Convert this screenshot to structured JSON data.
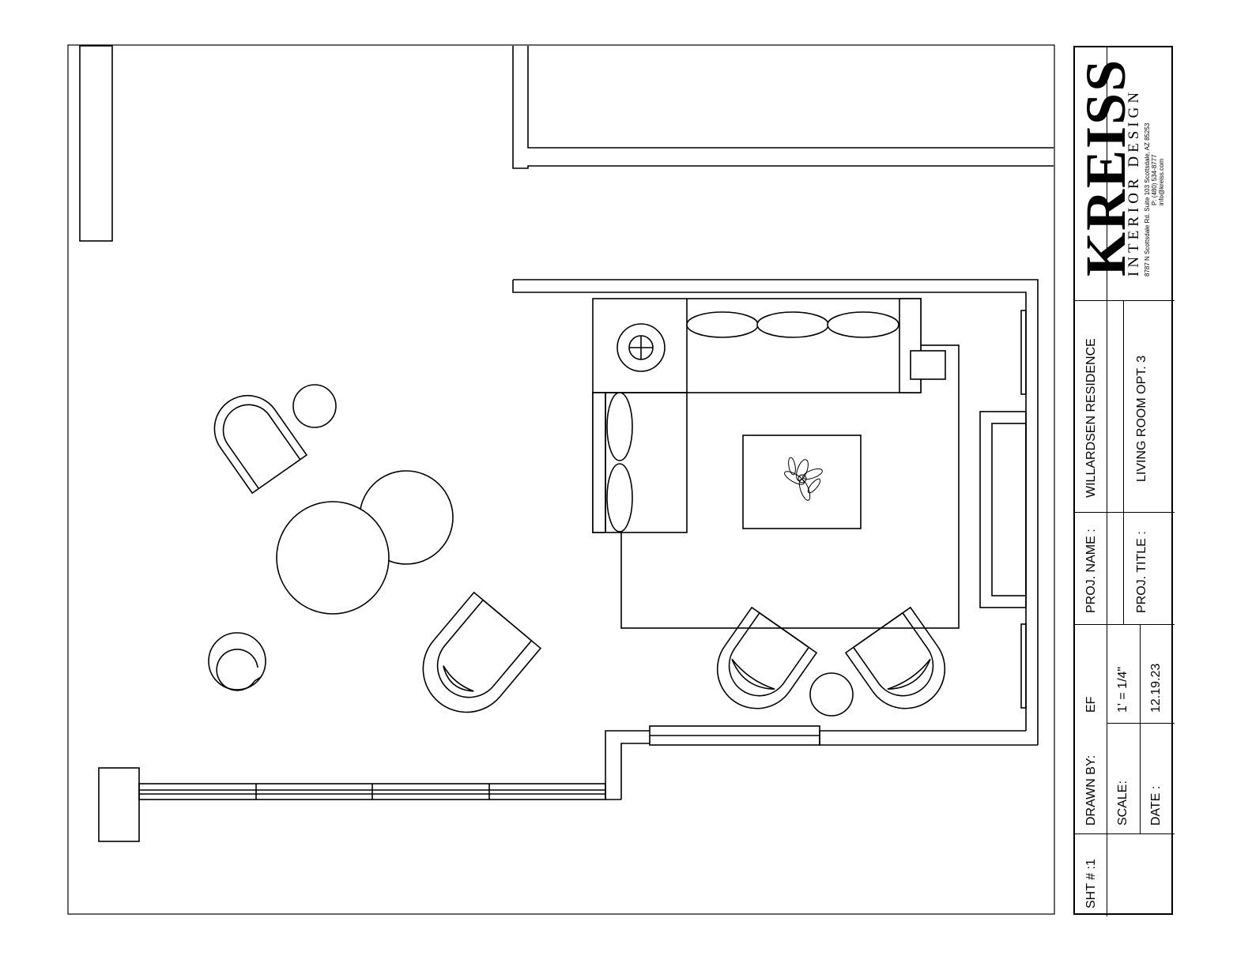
{
  "title_block": {
    "sheet_label": "SHT # :1",
    "drawn_by_label": "DRAWN BY:",
    "drawn_by_value": "EF",
    "scale_label": "SCALE:",
    "scale_value": "1' = 1/4\"",
    "date_label": "DATE :",
    "date_value": "12.19.23",
    "proj_name_label": "PROJ. NAME :",
    "proj_name_value": "WILLARDSEN RESIDENCE",
    "proj_title_label": "PROJ. TITLE :",
    "proj_title_value": "LIVING ROOM OPT. 3"
  },
  "company": {
    "name": "KREISS",
    "tagline": "INTERIOR DESIGN",
    "address": "8787 N Scottsdale Rd. Suite 103 Scottsdale, AZ 85253",
    "phone": "P: (480) 534-8777",
    "email": "info@kreiss.com"
  }
}
